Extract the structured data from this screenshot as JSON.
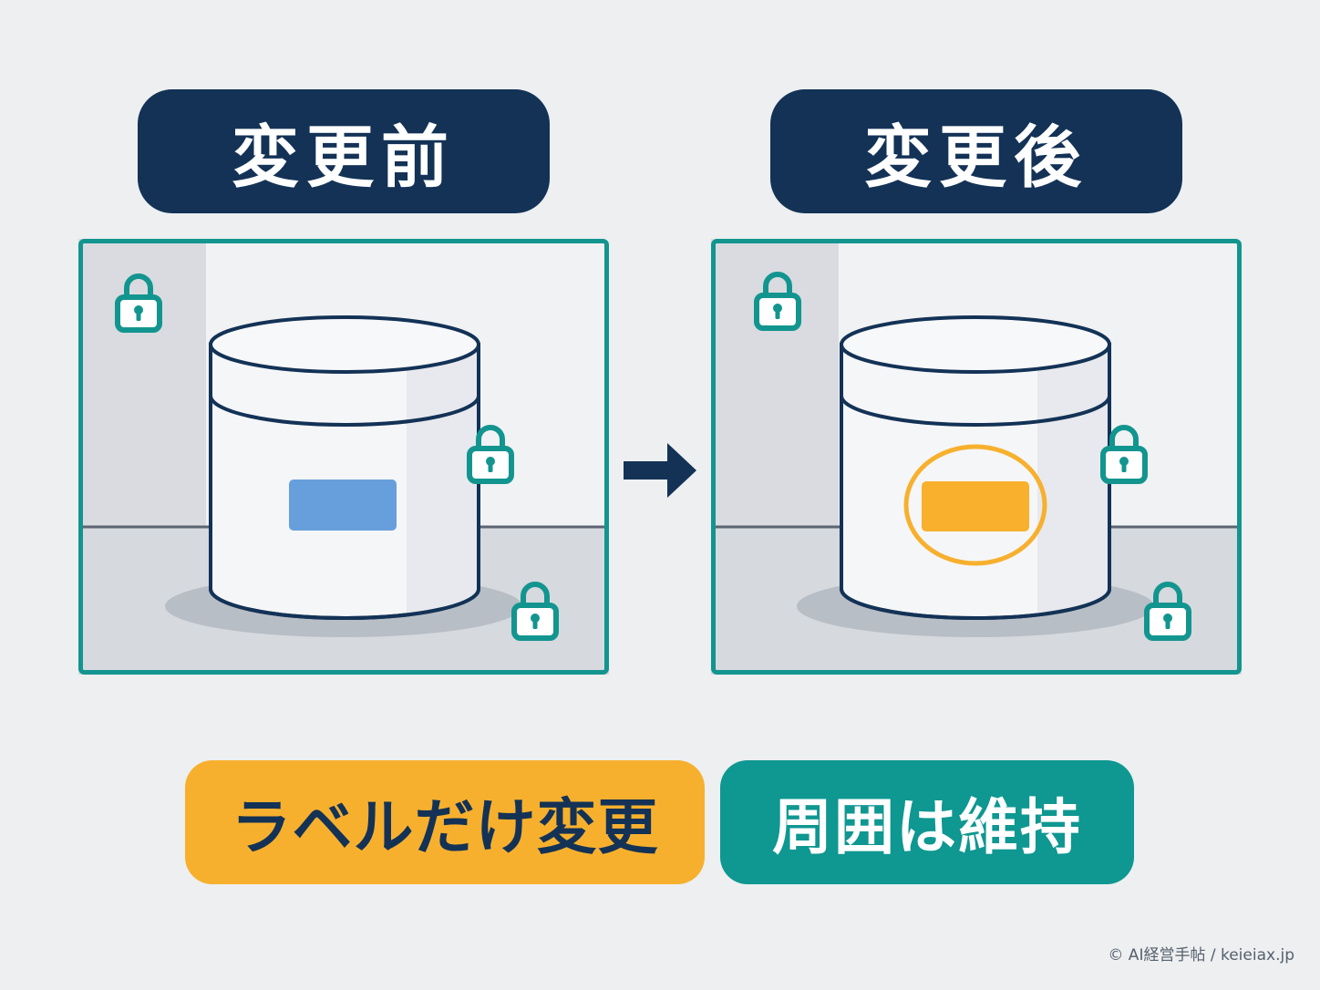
{
  "titles": {
    "before": "変更前",
    "after": "変更後"
  },
  "notes": {
    "label_only_changed": "ラベルだけ変更",
    "surroundings_kept": "周囲は維持"
  },
  "credit": "© AI経営手帖 / keieiax.jp",
  "colors": {
    "navy": "#133256",
    "teal": "#13958f",
    "orange": "#f7b02e",
    "label_blue": "#679fdc",
    "label_orange": "#f9b02c",
    "background": "#edeff1"
  },
  "icons": {
    "lock": "lock-icon",
    "arrow": "arrow-right-icon"
  }
}
